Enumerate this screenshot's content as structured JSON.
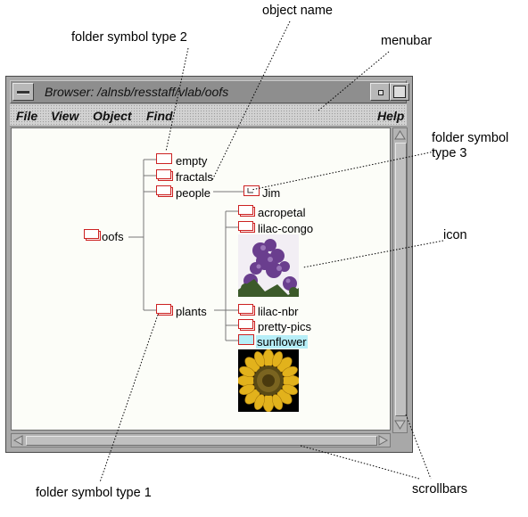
{
  "window": {
    "title": "Browser: /alnsb/resstaff/vlab/oofs",
    "controls": [
      "window-menu-icon",
      "minimize-icon",
      "maximize-icon"
    ]
  },
  "menubar": {
    "items": [
      "File",
      "View",
      "Object",
      "Find"
    ],
    "help": "Help"
  },
  "tree": {
    "root": "oofs",
    "children": [
      "empty",
      "fractals",
      "people",
      "plants"
    ],
    "people_children": [
      "Jim"
    ],
    "plants_children": [
      "acropetal",
      "lilac-congo",
      "lilac-nbr",
      "pretty-pics",
      "sunflower"
    ],
    "selected": "sunflower",
    "icons": [
      "lilac-flower-icon",
      "sunflower-icon"
    ]
  },
  "callouts": {
    "object_name": "object name",
    "folder_symbol_type_2": "folder symbol type 2",
    "menubar": "menubar",
    "folder_symbol_type_3_line1": "folder symbol",
    "folder_symbol_type_3_line2": "type 3",
    "icon": "icon",
    "folder_symbol_type_1": "folder symbol type 1",
    "scrollbars": "scrollbars"
  },
  "colors": {
    "folder_outline": "#cc2222",
    "selection": "#b6eef7",
    "canvas": "#fcfdf8",
    "chrome": "#a8a8a8"
  }
}
